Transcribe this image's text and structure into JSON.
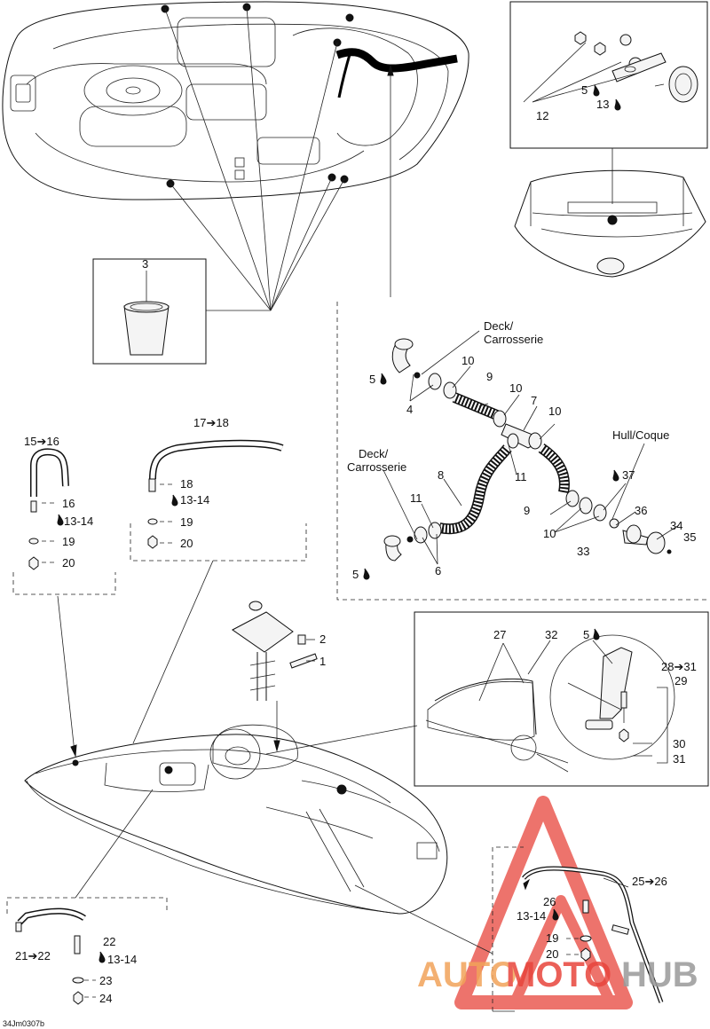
{
  "diagram_code": "34Jm0307b",
  "watermark": {
    "left": "AUTO",
    "middle": "MOTO",
    "right": "HUB",
    "colors": {
      "left": "#f2a35a",
      "middle": "#e8453c",
      "right": "#9a9a9a",
      "triangle": "#e8453c"
    }
  },
  "callouts": {
    "c1": "1",
    "c2": "2",
    "c3": "3",
    "c4": "4",
    "c5a": "5",
    "c5b": "5",
    "c5c": "5",
    "c5d": "5",
    "c6": "6",
    "c7": "7",
    "c8": "8",
    "c9a": "9",
    "c9b": "9",
    "c10a": "10",
    "c10b": "10",
    "c10c": "10",
    "c10d": "10",
    "c11a": "11",
    "c11b": "11",
    "c12": "12",
    "c13": "13",
    "c1314a": "13-14",
    "c1314b": "13-14",
    "c1314c": "13-14",
    "c1314d": "13-14",
    "c15to16": "15➔16",
    "c16": "16",
    "c17to18": "17➔18",
    "c18": "18",
    "c19a": "19",
    "c19b": "19",
    "c19c": "19",
    "c20a": "20",
    "c20b": "20",
    "c20c": "20",
    "c21to22": "21➔22",
    "c22": "22",
    "c23": "23",
    "c24": "24",
    "c25to26": "25➔26",
    "c26": "26",
    "c27": "27",
    "c28to31": "28➔31",
    "c29": "29",
    "c30": "30",
    "c31": "31",
    "c32": "32",
    "c33": "33",
    "c34": "34",
    "c35": "35",
    "c36": "36",
    "c37": "37"
  },
  "text_labels": {
    "deck_top_1": "Deck/",
    "deck_top_2": "Carrosserie",
    "deck_mid_1": "Deck/",
    "deck_mid_2": "Carrosserie",
    "hull": "Hull/Coque"
  },
  "icons": {
    "adhesive": "drop-icon",
    "arrow": "arrow-right-icon"
  }
}
